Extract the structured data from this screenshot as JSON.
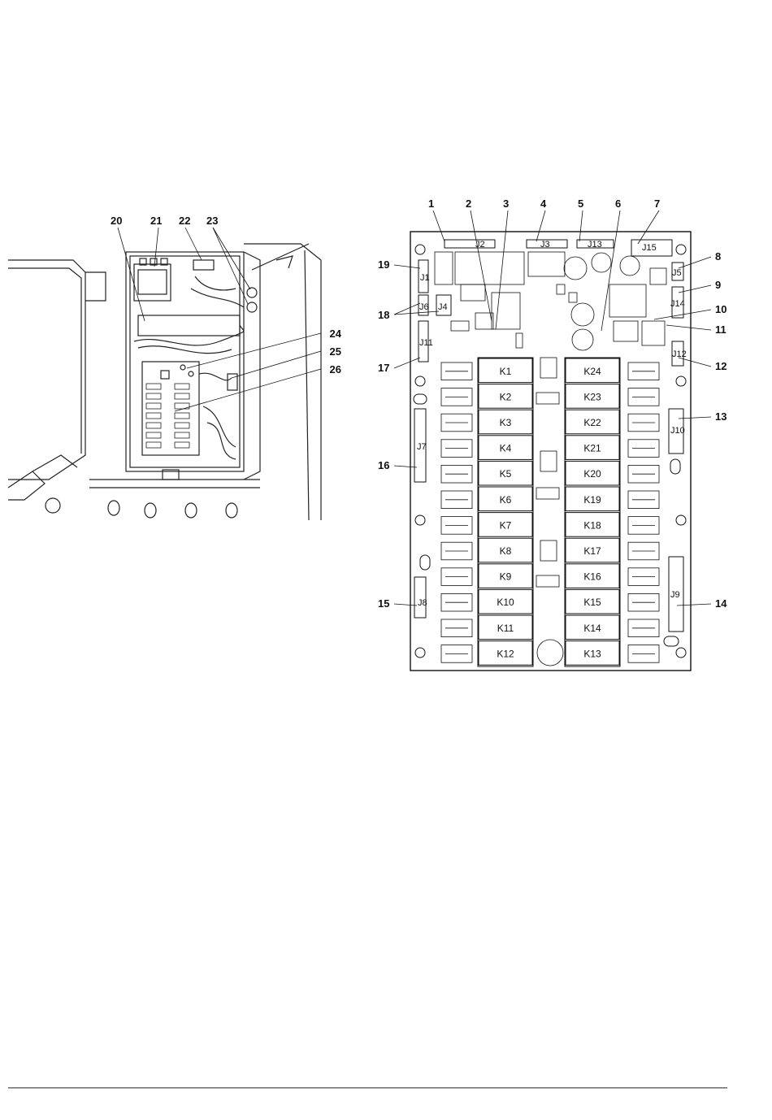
{
  "left_figure": {
    "callouts": [
      "20",
      "21",
      "22",
      "23",
      "24",
      "25",
      "26"
    ]
  },
  "right_figure": {
    "callouts": [
      "1",
      "2",
      "3",
      "4",
      "5",
      "6",
      "7",
      "8",
      "9",
      "10",
      "11",
      "12",
      "13",
      "14",
      "15",
      "16",
      "17",
      "18",
      "19"
    ],
    "connectors": [
      "J1",
      "J2",
      "J3",
      "J13",
      "J15",
      "J5",
      "J14",
      "J6",
      "J4",
      "J11",
      "J12",
      "J10",
      "J7",
      "J8",
      "J9"
    ],
    "relays_left": [
      "K1",
      "K2",
      "K3",
      "K4",
      "K5",
      "K6",
      "K7",
      "K8",
      "K9",
      "K10",
      "K11",
      "K12"
    ],
    "relays_right": [
      "K24",
      "K23",
      "K22",
      "K21",
      "K20",
      "K19",
      "K18",
      "K17",
      "K16",
      "K15",
      "K14",
      "K13"
    ]
  }
}
